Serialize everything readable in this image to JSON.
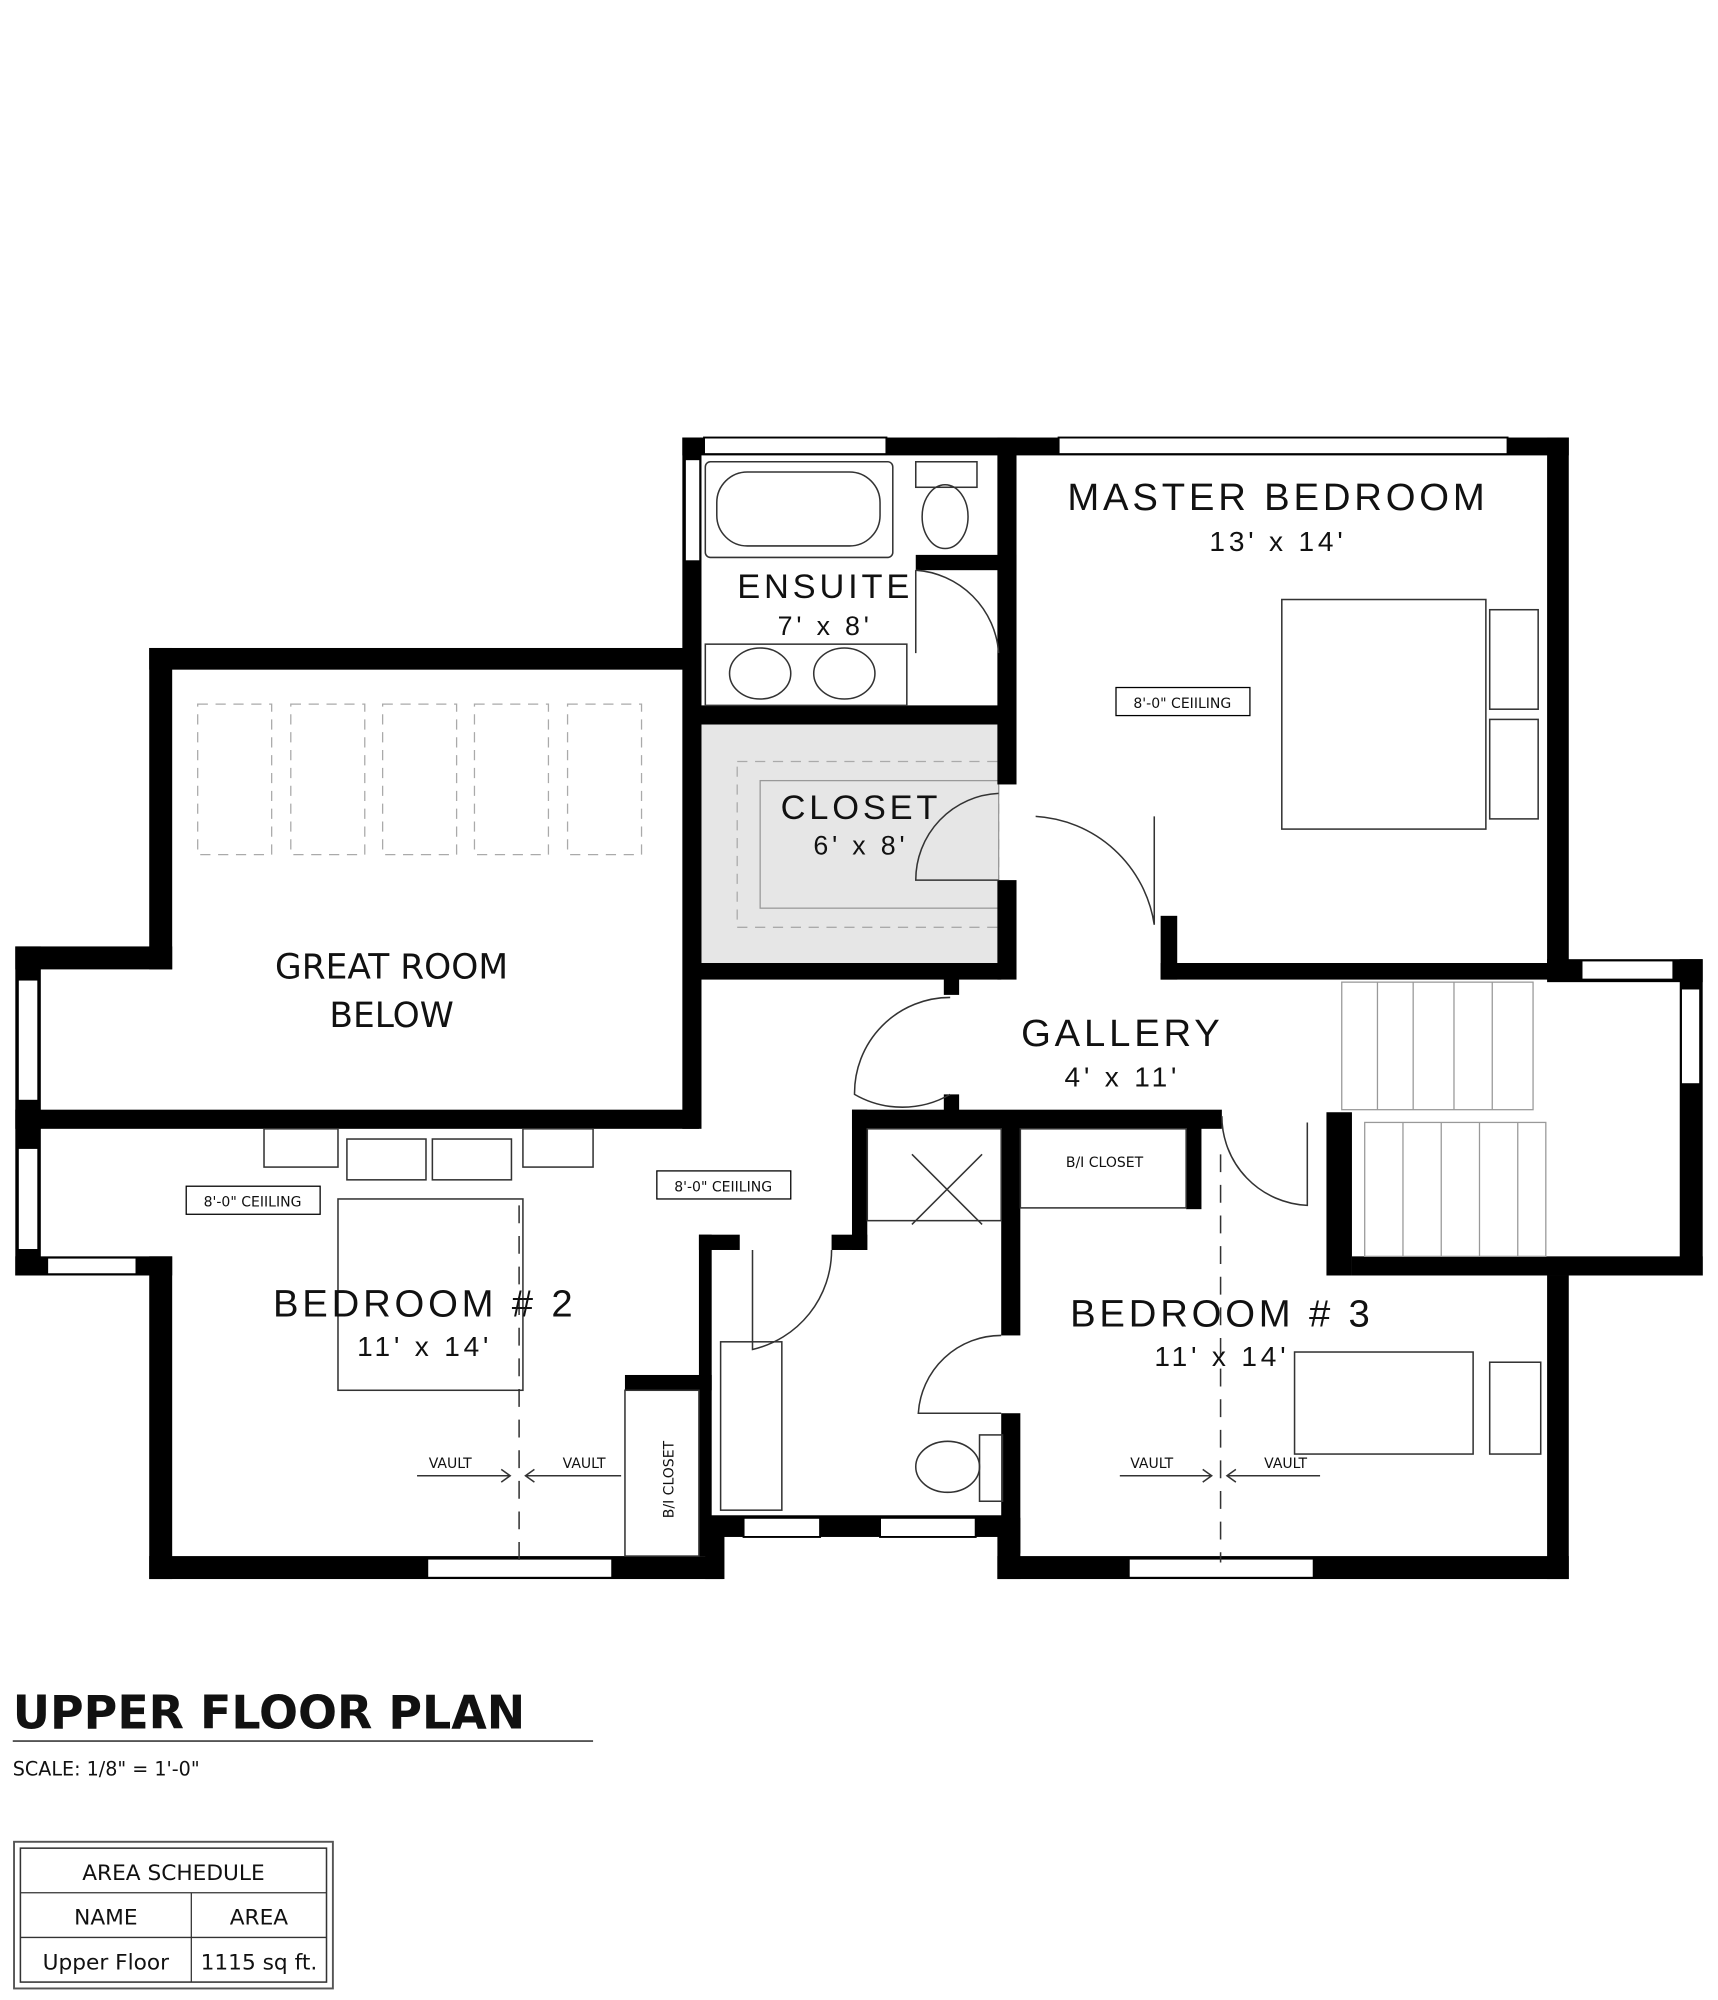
{
  "rooms": {
    "master_bedroom": {
      "name": "MASTER BEDROOM",
      "size": "13' x 14'"
    },
    "ensuite": {
      "name": "ENSUITE",
      "size": "7' x 8'"
    },
    "closet": {
      "name": "CLOSET",
      "size": "6' x 8'"
    },
    "great_room": {
      "name_line1": "GREAT ROOM",
      "name_line2": "BELOW"
    },
    "gallery": {
      "name": "GALLERY",
      "size": "4' x 11'"
    },
    "bedroom2": {
      "name": "BEDROOM # 2",
      "size": "11' x 14'"
    },
    "bedroom3": {
      "name": "BEDROOM # 3",
      "size": "11' x 14'"
    }
  },
  "labels": {
    "ceiling": "8'-0\" CEIILING",
    "vault": "VAULT",
    "bi_closet": "B/I CLOSET"
  },
  "title": {
    "plan_title": "UPPER FLOOR PLAN",
    "scale": "SCALE: 1/8\" = 1'-0\""
  },
  "area_schedule": {
    "title": "AREA SCHEDULE",
    "headers": [
      "NAME",
      "AREA"
    ],
    "rows": [
      {
        "name": "Upper Floor",
        "area": "1115 sq ft."
      }
    ]
  }
}
